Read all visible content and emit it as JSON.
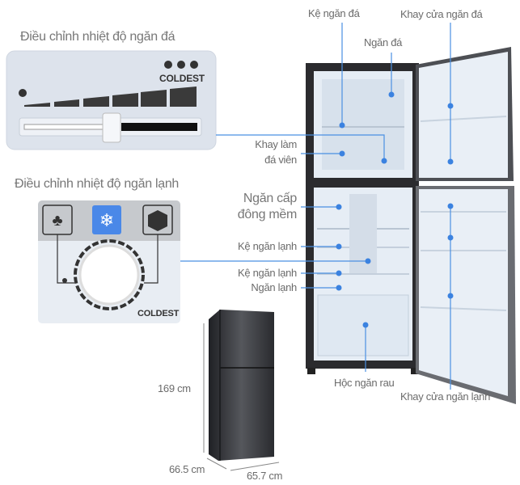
{
  "freezer_control": {
    "title": "Điều chỉnh nhiệt độ ngăn đá",
    "coldest_label": "COLDEST"
  },
  "fridge_control": {
    "title": "Điều chỉnh nhiệt độ ngăn lạnh",
    "coldest_label": "COLDEST"
  },
  "labels": {
    "freezer_shelf": "Kệ ngăn đá",
    "freezer_door_tray": "Khay cửa ngăn đá",
    "freezer": "Ngăn đá",
    "ice_tray_line1": "Khay làm",
    "ice_tray_line2": "đá viên",
    "soft_freeze_line1": "Ngăn cấp",
    "soft_freeze_line2": "đông mềm",
    "fridge_shelf_1": "Kệ ngăn lạnh",
    "fridge_shelf_2": "Kệ ngăn lạnh",
    "fridge": "Ngăn lạnh",
    "vegetable_drawer": "Hộc ngăn rau",
    "fridge_door_tray": "Khay cửa ngăn lạnh"
  },
  "dimensions": {
    "height": "169 cm",
    "depth": "66.5 cm",
    "width": "65.7 cm"
  },
  "colors": {
    "accent": "#3b82e0",
    "line": "#4a90e2",
    "body": "#2b2b2e"
  }
}
